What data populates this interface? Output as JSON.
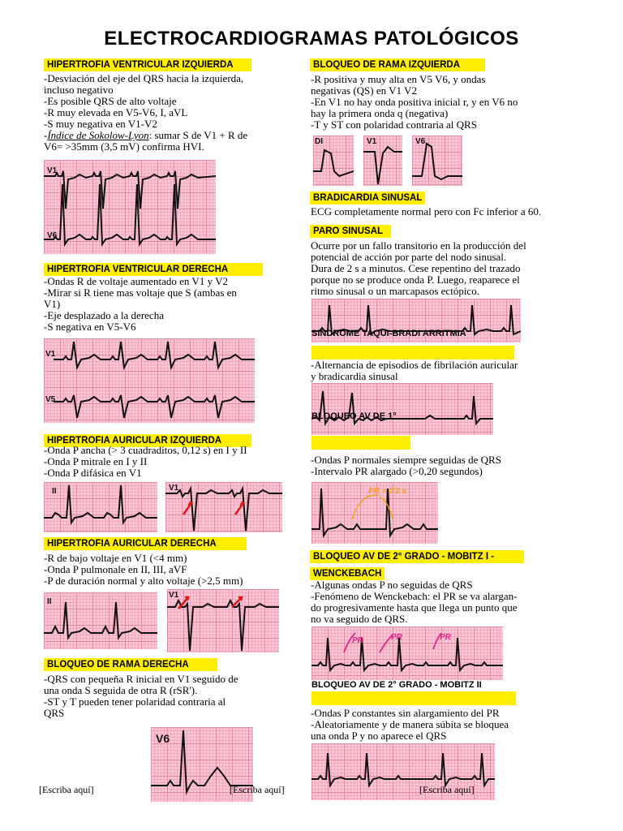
{
  "title": "ELECTROCARDIOGRAMAS  PATOLÓGICOS",
  "left": {
    "hvi": {
      "heading": "HIPERTROFIA VENTRICULAR IZQUIERDA",
      "lines": [
        "-Desviación del eje del QRS hacia la izquierda,",
        "incluso negativo",
        "-Es posible QRS de alto voltaje",
        "-R muy elevada en V5-V6, I, aVL",
        "-S muy negativa en V1-V2"
      ],
      "sokolow_term": "Índice de Sokolow-Lyon",
      "sokolow_rest": ": sumar S de V1 + R de",
      "sokolow_line2": "V6= >35mm (3,5 mV)  confirma HVI.",
      "leads": [
        "V1",
        "V6"
      ]
    },
    "hvd": {
      "heading": "HIPERTROFIA VENTRICULAR DERECHA",
      "lines": [
        "-Ondas R de voltaje aumentado en V1 y V2",
        "-Mirar si R tiene mas voltaje que S (ambas en",
        "V1)",
        "-Eje desplazado a la derecha",
        "-S negativa en V5-V6"
      ],
      "leads": [
        "V1",
        "V5"
      ]
    },
    "hai": {
      "heading": "HIPERTROFIA AURICULAR IZQUIERDA",
      "lines": [
        "-Onda P ancha (> 3 cuadraditos, 0,12 s) en I y II",
        "-Onda P mitrale en I y II",
        "-Onda P difásica en V1"
      ],
      "leads": [
        "II",
        "V1"
      ]
    },
    "had": {
      "heading": "HIPERTROFIA AURICULAR DERECHA",
      "lines": [
        "-R de bajo voltaje en V1 (<4 mm)",
        "-Onda P pulmonale en II, III, aVF",
        "-P de duración normal y alto voltaje (>2,5 mm)"
      ],
      "leads": [
        "II",
        "V1"
      ]
    },
    "brd": {
      "heading": "BLOQUEO DE RAMA DERECHA",
      "lines": [
        "-QRS con pequeña R inicial en V1 seguido de",
        "una onda S seguida de otra R (rSR').",
        "-ST y T pueden tener polaridad contraria al",
        "QRS"
      ],
      "leads": [
        "V6"
      ]
    }
  },
  "right": {
    "bri": {
      "heading": "BLOQUEO DE RAMA IZQUIERDA",
      "lines": [
        "-R positiva y muy alta en V5 V6, y ondas",
        "negativas (QS) en V1 V2",
        "-En V1 no hay onda positiva inicial r, y en V6 no",
        "hay la primera onda q (negativa)",
        "-T y ST con polaridad contraria al QRS"
      ],
      "leads": [
        "DI",
        "V1",
        "V6"
      ]
    },
    "bradi": {
      "heading": "BRADICARDIA SINUSAL",
      "lines": [
        "ECG completamente normal pero con Fc inferior a 60."
      ]
    },
    "paro": {
      "heading": "PARO SINUSAL",
      "lines": [
        "Ocurre por un fallo transitorio en la producción del",
        "potencial de acción por parte del nodo sinusal.",
        "Dura de 2 s a minutos. Cese repentino del trazado",
        "porque no se produce onda P. Luego, reaparece el",
        "ritmo sinusal o un marcapasos ectópico."
      ]
    },
    "taqui": {
      "heading": "SINDROME TAQUI-BRADI ARRITMIA",
      "lines": [
        "-Alternancia de episodios de fibrilación auricular",
        "y bradicardia sinusal"
      ]
    },
    "av1": {
      "heading": "BLOQUEO AV DE 1°",
      "lines": [
        "-Ondas P normales siempre seguidas de QRS",
        "-Intervalo PR alargado (>0,20 segundos)"
      ],
      "annotation": "PR > 0'2 s"
    },
    "mobitz1": {
      "heading_line1": "BLOQUEO AV DE 2° GRADO - MOBITZ I -",
      "heading_line2": "WENCKEBACH",
      "lines": [
        "-Algunas ondas P no seguidas de QRS",
        "-Fenómeno de Wenckebach: el PR se va alargan-",
        "do progresivamente hasta que llega un punto que",
        "no va seguido de QRS."
      ],
      "annotations": [
        "PR",
        "PR",
        "PR"
      ]
    },
    "mobitz2": {
      "heading": "BLOQUEO AV DE 2° GRADO - MOBITZ II",
      "lines": [
        "-Ondas P constantes sin alargamiento del PR",
        "-Aleatoriamente y de manera súbita se bloquea",
        "una onda P y no aparece el QRS"
      ]
    }
  },
  "footer": [
    "[Escriba aquí]",
    "[Escriba aquí]",
    "[Escriba aquí]"
  ],
  "colors": {
    "highlight": "#ffee00",
    "ecg_paper": "#f6c8d4",
    "grid": "#e48aa3",
    "arrow_red": "#e0161b",
    "annot_magenta": "#e0268a",
    "annot_orange": "#f0a020"
  }
}
